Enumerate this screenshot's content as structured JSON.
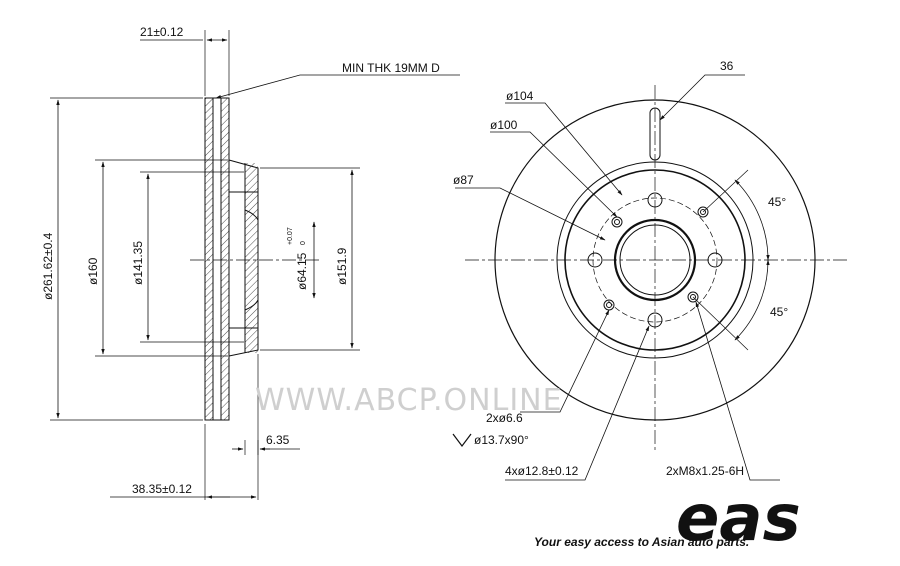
{
  "side_view": {
    "thickness_total": "21±0.12",
    "min_thickness": "MIN THK 19MM D",
    "outer_diameter": "ø261.62±0.4",
    "hat_diameter": "ø160",
    "inner_diameter": "ø141.35",
    "center_bore": "ø64.15",
    "center_bore_tol_upper": "+0.07",
    "center_bore_tol_lower": "0",
    "hub_face_diameter": "ø151.9",
    "offset_small": "6.35",
    "hat_height": "38.35±0.12"
  },
  "front_view": {
    "label_36": "36",
    "pcd_104": "ø104",
    "pcd_100": "ø100",
    "bore_87": "ø87",
    "angle_top": "45°",
    "angle_bottom": "45°",
    "holes_small": "2xø6.6",
    "countersink": "ø13.7x90°",
    "holes_bolt": "4xø12.8±0.12",
    "threads": "2xM8x1.25-6H"
  },
  "watermark": "WWW.ABCP.ONLINE",
  "brand": {
    "logo": "eas",
    "tagline": "Your easy access to Asian auto parts."
  }
}
